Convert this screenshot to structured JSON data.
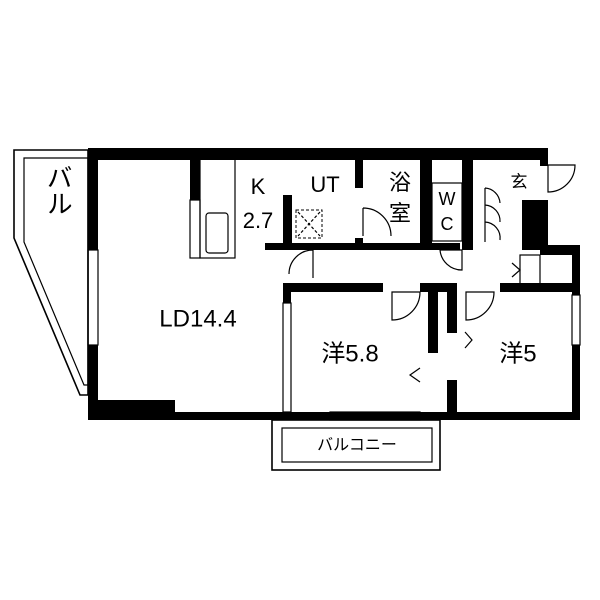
{
  "floorplan": {
    "rooms": {
      "balcony_left": "バル",
      "kitchen_name": "K",
      "kitchen_size": "2.7",
      "utility": "UT",
      "bath_1": "浴",
      "bath_2": "室",
      "wc_1": "W",
      "wc_2": "C",
      "entrance": "玄",
      "living_dining": "LD14.4",
      "western_room_1": "洋5.8",
      "western_room_2": "洋5",
      "balcony": "バルコニー"
    },
    "colors": {
      "wall": "#000000",
      "background": "#ffffff"
    }
  }
}
